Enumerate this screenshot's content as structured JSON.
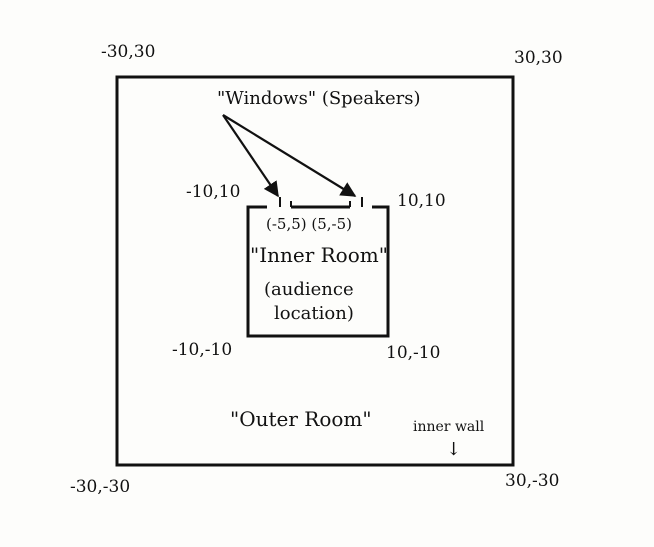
{
  "outer_corners": {
    "top_left": "-30,30",
    "top_right": "30,30",
    "bottom_left": "-30,-30",
    "bottom_right": "30,-30"
  },
  "inner_corners": {
    "top_left": "-10,10",
    "top_right": "10,10",
    "bottom_left": "-10,-10",
    "bottom_right": "10,-10"
  },
  "speakers_label": "\"Windows\" (Speakers)",
  "window_coords": "(-5,5) (5,-5)",
  "inner_room": {
    "title": "\"Inner Room\"",
    "line1": "(audience",
    "line2": "location)"
  },
  "outer_room_label": "\"Outer Room\"",
  "inner_wall_label": "inner wall",
  "inner_wall_arrow": "↓"
}
